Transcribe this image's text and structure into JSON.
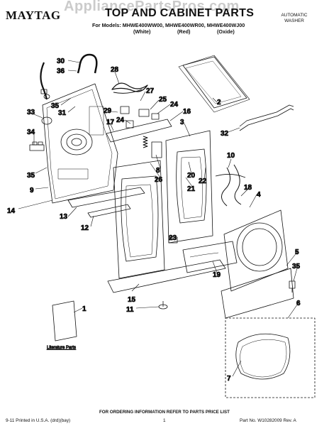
{
  "watermark": "AppliancePartsPros.com",
  "header": {
    "brand": "MAYTAG",
    "title": "TOP AND CABINET PARTS",
    "models_line": "For Models: MHWE400WW00, MHWE400WR00, MHWE400WJ00",
    "colors": [
      "(White)",
      "(Red)",
      "(Oxide)"
    ],
    "product_type_line1": "AUTOMATIC",
    "product_type_line2": "WASHER"
  },
  "callouts": [
    "30",
    "36",
    "35",
    "31",
    "28",
    "27",
    "25",
    "29",
    "24",
    "16",
    "33",
    "34",
    "17",
    "24",
    "3",
    "2",
    "32",
    "10",
    "20",
    "22",
    "26",
    "8",
    "21",
    "35",
    "9",
    "14",
    "13",
    "12",
    "18",
    "4",
    "23",
    "19",
    "5",
    "35",
    "15",
    "11",
    "1",
    "6",
    "7"
  ],
  "literature_label": "Literature Parts",
  "footer": {
    "ordering_note": "FOR ORDERING INFORMATION REFER TO PARTS PRICE LIST",
    "printed": "9-11 Printed in U.S.A. (drd)(bay)",
    "page": "1",
    "part_no": "Part No. W10282009 Rev. A"
  },
  "colors_palette": {
    "ink": "#111111",
    "watermark": "#a0a0a0"
  }
}
